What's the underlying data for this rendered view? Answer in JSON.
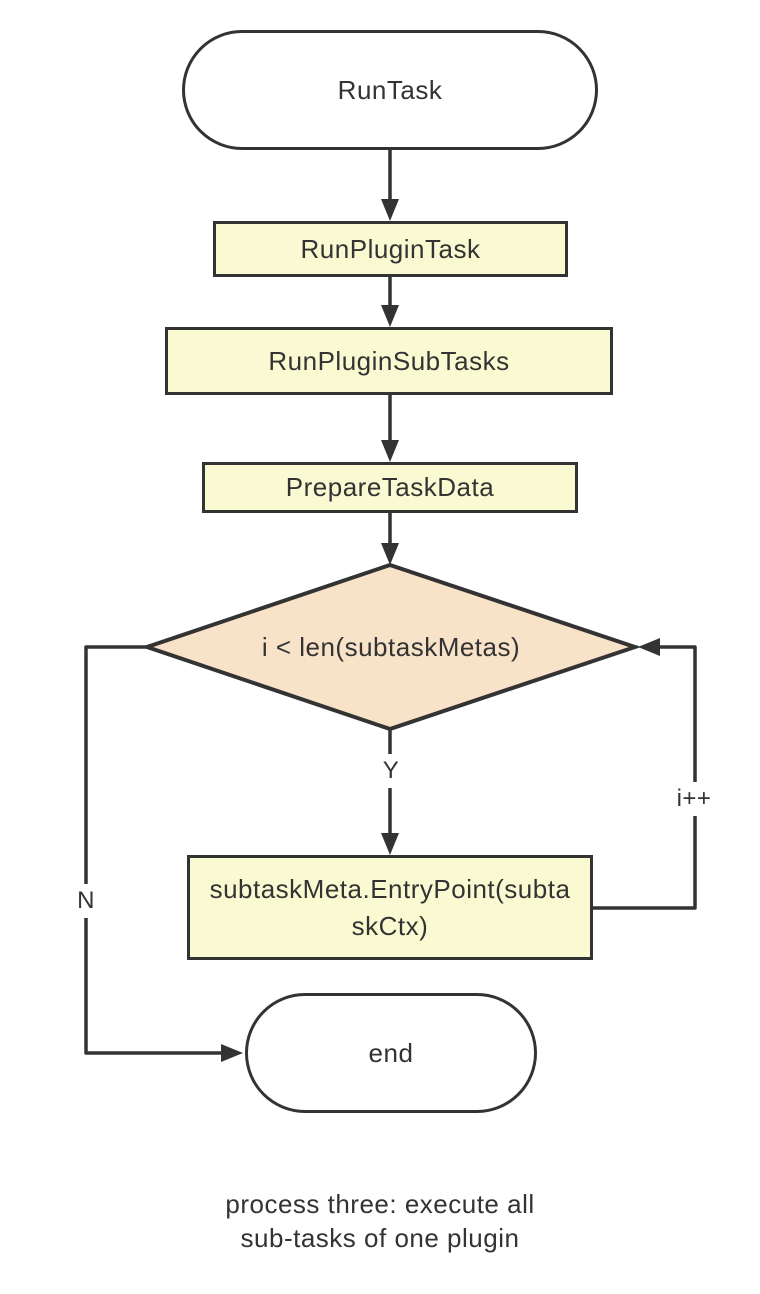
{
  "diagram": {
    "type": "flowchart",
    "colors": {
      "background": "#FFFFFF",
      "stroke": "#333333",
      "text": "#333333",
      "process_fill": "#FAFAD2",
      "decision_fill": "#F8E2C8",
      "terminal_fill": "#FFFFFF"
    },
    "nodes": {
      "start": {
        "shape": "stadium",
        "label": "RunTask"
      },
      "run_plugin_task": {
        "shape": "rect",
        "label": "RunPluginTask"
      },
      "run_plugin_sub_tasks": {
        "shape": "rect",
        "label": "RunPluginSubTasks"
      },
      "prepare_task_data": {
        "shape": "rect",
        "label": "PrepareTaskData"
      },
      "loop_condition": {
        "shape": "diamond",
        "label": "i < len(subtaskMetas)"
      },
      "entry_point": {
        "shape": "rect",
        "label": "subtaskMeta.EntryPoint(subtaskCtx)"
      },
      "end": {
        "shape": "stadium",
        "label": "end"
      }
    },
    "edges": [
      {
        "from": "start",
        "to": "run_plugin_task",
        "label": ""
      },
      {
        "from": "run_plugin_task",
        "to": "run_plugin_sub_tasks",
        "label": ""
      },
      {
        "from": "run_plugin_sub_tasks",
        "to": "prepare_task_data",
        "label": ""
      },
      {
        "from": "prepare_task_data",
        "to": "loop_condition",
        "label": ""
      },
      {
        "from": "loop_condition",
        "to": "entry_point",
        "label": "Y"
      },
      {
        "from": "entry_point",
        "to": "loop_condition",
        "label": "i++"
      },
      {
        "from": "loop_condition",
        "to": "end",
        "label": "N"
      }
    ],
    "caption": {
      "line1": "process three: execute all",
      "line2": "sub-tasks of one plugin"
    }
  }
}
